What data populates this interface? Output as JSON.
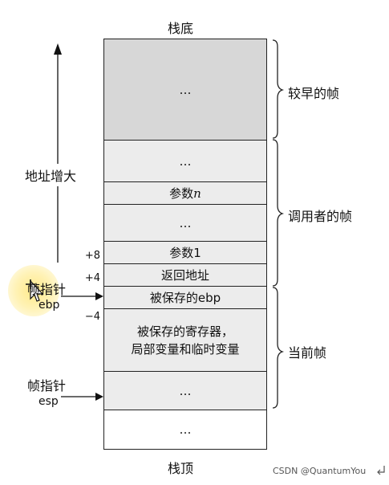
{
  "labels": {
    "top": "栈底",
    "bottom": "栈顶",
    "address_grow": "地址增大",
    "frame_ptr_1": "帧指针",
    "ebp": "ebp",
    "frame_ptr_2": "帧指针",
    "esp": "esp"
  },
  "stack_cells": [
    {
      "text": "…"
    },
    {
      "text": "…"
    },
    {
      "text_main": "参数",
      "text_italic": "n"
    },
    {
      "text": "…"
    },
    {
      "text": "参数1"
    },
    {
      "text": "返回地址"
    },
    {
      "text": "被保存的ebp"
    },
    {
      "text_line1": "被保存的寄存器，",
      "text_line2": "局部变量和临时变量"
    },
    {
      "text": "…"
    },
    {
      "text": "…"
    }
  ],
  "offsets": {
    "plus8": "+8",
    "plus4": "+4",
    "minus4": "−4"
  },
  "braces": {
    "earlier": "较早的帧",
    "caller": "调用者的帧",
    "current": "当前帧"
  },
  "watermark": "CSDN @QuantumYou"
}
